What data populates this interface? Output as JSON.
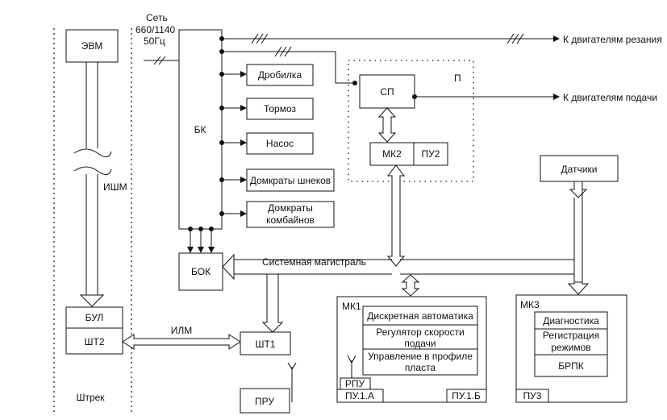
{
  "labels": {
    "evm": "ЭВМ",
    "network_1": "Сеть",
    "network_2": "660/1140",
    "network_3": "50Гц",
    "bk": "БК",
    "drobilka": "Дробилка",
    "tormoz": "Тормоз",
    "nasos": "Насос",
    "domkraty_shnekov": "Домкраты шнеков",
    "domkraty_komb_1": "Домкраты",
    "domkraty_komb_2": "комбайнов",
    "k_dvig_rezaniya": "К двигателям резания",
    "k_dvig_podachi": "К двигателям подачи",
    "sp": "СП",
    "p": "П",
    "mk2": "МК2",
    "pu2": "ПУ2",
    "datchiki": "Датчики",
    "ishm": "ИШМ",
    "sistemnaya_magistral": "Системная магистраль",
    "bok": "БОК",
    "bul": "БУЛ",
    "sht2": "ШТ2",
    "ilm": "ИЛМ",
    "sht1": "ШТ1",
    "pru": "ПРУ",
    "shtrek": "Штрек",
    "mk1": "МК1",
    "diskretnaya": "Дискретная автоматика",
    "regulator_1": "Регулятор скорости",
    "regulator_2": "подачи",
    "upravlenie_1": "Управление в профиле",
    "upravlenie_2": "пласта",
    "rpu": "РПУ",
    "pu1a": "ПУ.1.А",
    "pu1b": "ПУ.1.Б",
    "mk3": "МК3",
    "diagnostika": "Диагностика",
    "registratsiya_1": "Регистрация",
    "registratsiya_2": "режимов",
    "brpk": "БРПК",
    "pu3": "ПУ3"
  }
}
